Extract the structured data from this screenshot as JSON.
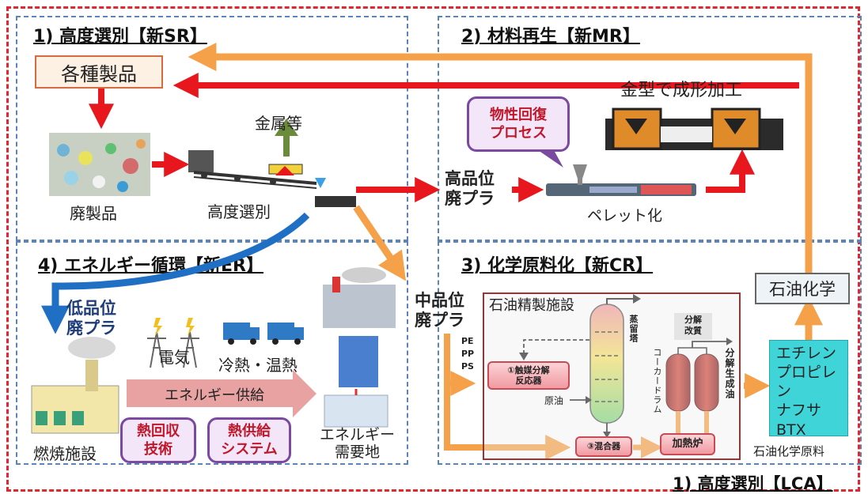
{
  "quadrants": {
    "sr": {
      "num": "1) 高度選別",
      "bracket": "【新SR】"
    },
    "mr": {
      "num": "2) 材料再生",
      "bracket": "【新MR】"
    },
    "cr": {
      "num": "3) 化学原料化",
      "bracket": "【新CR】"
    },
    "er": {
      "num": "4) エネルギー循環",
      "bracket": "【新ER】"
    },
    "lca": {
      "num": "1) 高度選別",
      "bracket": "【LCA】"
    }
  },
  "sr": {
    "products": "各種製品",
    "waste_products": "廃製品",
    "metals": "金属等",
    "advanced_sorting": "高度選別"
  },
  "mr": {
    "mold": "金型で成形加工",
    "property_recovery": [
      "物性回復",
      "プロセス"
    ],
    "high_grade": [
      "高品位",
      "廃プラ"
    ],
    "pelletize": "ペレット化"
  },
  "cr": {
    "mid_grade": [
      "中品位",
      "廃プラ"
    ],
    "plastics": [
      "PE",
      "PP",
      "PS"
    ],
    "refinery": "石油精製施設",
    "catalyst_reactor": [
      "①触媒分解",
      "反応器"
    ],
    "crude_oil": "原油",
    "distillation_tower": "蒸留塔",
    "coker_drum": "コーカードラム",
    "decomp_reform": [
      "分解",
      "改質"
    ],
    "decomp_product_oil": "分解生成油",
    "mixer": "③混合器",
    "heating_furnace": "加熱炉",
    "petrochem": "石油化学",
    "products": [
      "エチレン",
      "プロピレン",
      "ナフサ",
      "BTX"
    ],
    "petrochem_raw": "石油化学原料"
  },
  "er": {
    "low_grade": [
      "低品位",
      "廃プラ"
    ],
    "electricity": "電気",
    "cold_heat": "冷熱・温熱",
    "energy_supply": "エネルギー供給",
    "incineration": "燃焼施設",
    "heat_recovery": [
      "熱回収",
      "技術"
    ],
    "heat_supply": [
      "熱供給",
      "システム"
    ],
    "energy_demand": [
      "エネルギー",
      "需要地"
    ]
  },
  "colors": {
    "red_arrow": "#e8161d",
    "orange_arrow": "#f4a14a",
    "blue_arrow": "#1f6fc4",
    "quad_border": "#5b84b8",
    "outer_border": "#e3262f",
    "bubble_fill": "#f2e6f8",
    "petro_fill": "#3fd4d8"
  }
}
